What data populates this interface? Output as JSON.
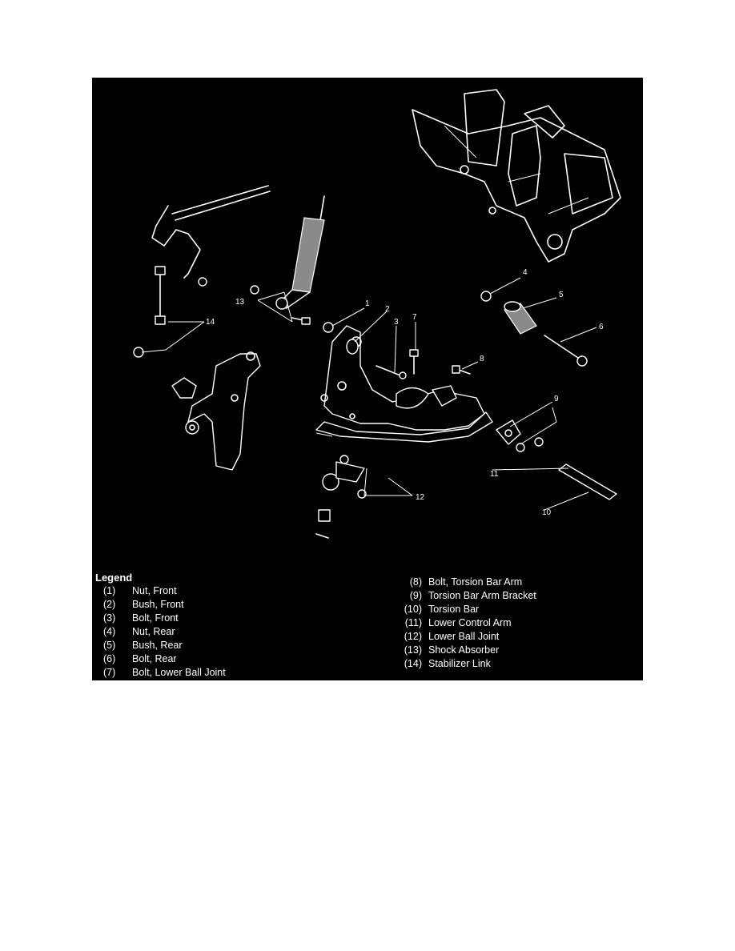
{
  "callouts": [
    "1",
    "2",
    "3",
    "4",
    "5",
    "6",
    "7",
    "8",
    "9",
    "10",
    "11",
    "12",
    "13",
    "14"
  ],
  "legend": {
    "title": "Legend",
    "items": [
      {
        "num": "(1)",
        "label": "Nut, Front"
      },
      {
        "num": "(2)",
        "label": "Bush, Front"
      },
      {
        "num": "(3)",
        "label": "Bolt, Front"
      },
      {
        "num": "(4)",
        "label": "Nut, Rear"
      },
      {
        "num": "(5)",
        "label": "Bush, Rear"
      },
      {
        "num": "(6)",
        "label": "Bolt, Rear"
      },
      {
        "num": "(7)",
        "label": "Bolt, Lower Ball Joint"
      },
      {
        "num": "(8)",
        "label": "Bolt, Torsion Bar Arm"
      },
      {
        "num": "(9)",
        "label": "Torsion Bar Arm Bracket"
      },
      {
        "num": "(10)",
        "label": "Torsion Bar"
      },
      {
        "num": "(11)",
        "label": "Lower Control Arm"
      },
      {
        "num": "(12)",
        "label": "Lower Ball Joint"
      },
      {
        "num": "(13)",
        "label": "Shock Absorber"
      },
      {
        "num": "(14)",
        "label": "Stabilizer Link"
      }
    ]
  }
}
